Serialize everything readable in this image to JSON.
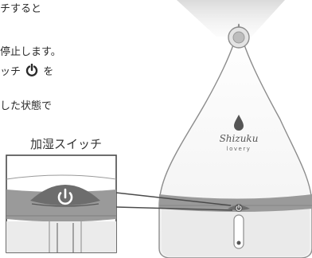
{
  "text": {
    "line1": "チすると",
    "line2": "停止します。",
    "line3_prefix": "ッチ",
    "line3_suffix": "を",
    "line4": "した状態で"
  },
  "callout": {
    "label": "加湿スイッチ"
  },
  "product": {
    "brand_name": "Shizuku",
    "brand_sub": "lovery"
  },
  "icons": {
    "power": "power-icon",
    "drop": "water-drop-icon"
  },
  "colors": {
    "text": "#2a2a2a",
    "button_gray": "#6d6d6d",
    "band_gray": "#9a9a9a",
    "outline": "#4a4a4a"
  }
}
